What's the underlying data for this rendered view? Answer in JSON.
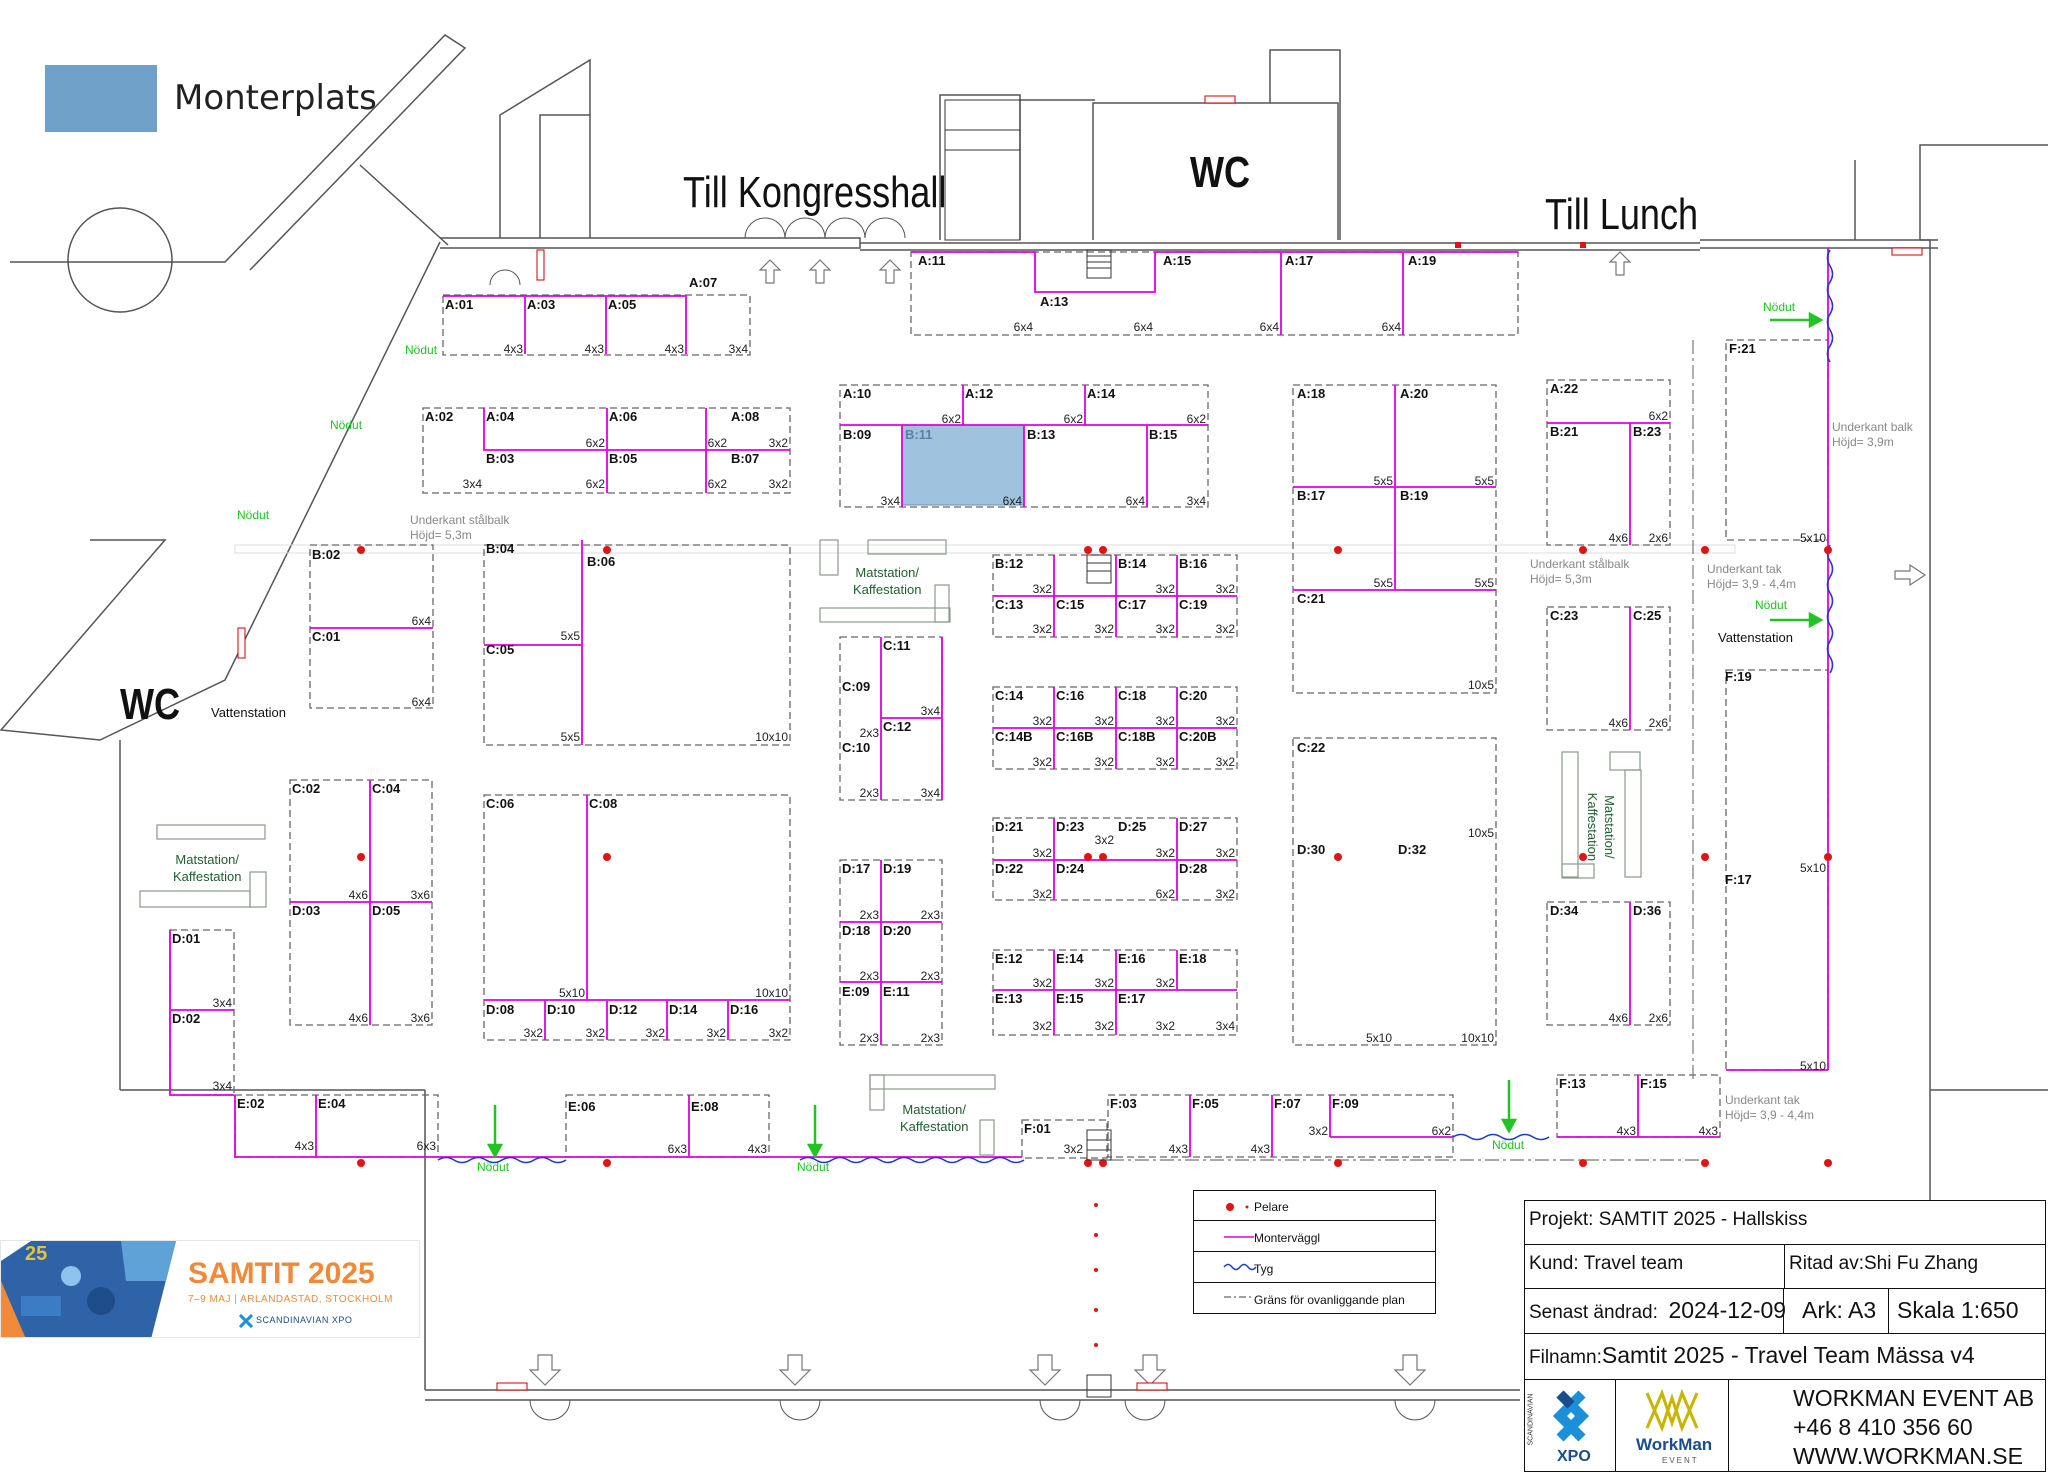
{
  "legend": {
    "label": "Monterplats",
    "color": "#6fa0c8"
  },
  "headings": {
    "kongress": "Till Kongresshall",
    "lunch": "Till Lunch",
    "wc_top": "WC",
    "wc_left": "WC"
  },
  "colors": {
    "wall": "#e000e0",
    "pillar": "#e01414",
    "fabric": "#1e3cc8",
    "exit": "#22c322",
    "booked": "#9fc3de"
  },
  "booths": [
    {
      "id": "A:01"
    },
    {
      "id": "A:03"
    },
    {
      "id": "A:05"
    },
    {
      "id": "A:07"
    },
    {
      "id": "A:02"
    },
    {
      "id": "A:04"
    },
    {
      "id": "A:06"
    },
    {
      "id": "A:08"
    },
    {
      "id": "B:03"
    },
    {
      "id": "B:05"
    },
    {
      "id": "B:07"
    },
    {
      "id": "A:10"
    },
    {
      "id": "A:12"
    },
    {
      "id": "A:14"
    },
    {
      "id": "B:09"
    },
    {
      "id": "B:11",
      "booked": true
    },
    {
      "id": "B:13"
    },
    {
      "id": "B:15"
    },
    {
      "id": "A:11"
    },
    {
      "id": "A:13"
    },
    {
      "id": "A:15"
    },
    {
      "id": "A:17"
    },
    {
      "id": "A:19"
    },
    {
      "id": "A:18"
    },
    {
      "id": "A:20"
    },
    {
      "id": "B:17"
    },
    {
      "id": "B:19"
    },
    {
      "id": "C:21"
    },
    {
      "id": "A:22"
    },
    {
      "id": "B:21"
    },
    {
      "id": "B:23"
    },
    {
      "id": "F:21"
    },
    {
      "id": "F:19"
    },
    {
      "id": "F:17"
    },
    {
      "id": "B:02"
    },
    {
      "id": "C:01"
    },
    {
      "id": "B:04"
    },
    {
      "id": "B:06"
    },
    {
      "id": "C:05"
    },
    {
      "id": "B:12"
    },
    {
      "id": "B:14"
    },
    {
      "id": "B:16"
    },
    {
      "id": "C:13"
    },
    {
      "id": "C:15"
    },
    {
      "id": "C:17"
    },
    {
      "id": "C:19"
    },
    {
      "id": "C:11"
    },
    {
      "id": "C:09"
    },
    {
      "id": "C:12"
    },
    {
      "id": "C:10"
    },
    {
      "id": "C:14"
    },
    {
      "id": "C:16"
    },
    {
      "id": "C:18"
    },
    {
      "id": "C:20"
    },
    {
      "id": "C:14B"
    },
    {
      "id": "C:16B"
    },
    {
      "id": "C:18B"
    },
    {
      "id": "C:20B"
    },
    {
      "id": "C:23"
    },
    {
      "id": "C:25"
    },
    {
      "id": "C:22"
    },
    {
      "id": "D:30"
    },
    {
      "id": "D:32"
    },
    {
      "id": "C:02"
    },
    {
      "id": "C:04"
    },
    {
      "id": "D:03"
    },
    {
      "id": "D:05"
    },
    {
      "id": "C:06"
    },
    {
      "id": "C:08"
    },
    {
      "id": "D:08"
    },
    {
      "id": "D:10"
    },
    {
      "id": "D:12"
    },
    {
      "id": "D:14"
    },
    {
      "id": "D:16"
    },
    {
      "id": "D:17"
    },
    {
      "id": "D:19"
    },
    {
      "id": "D:18"
    },
    {
      "id": "D:20"
    },
    {
      "id": "E:09"
    },
    {
      "id": "E:11"
    },
    {
      "id": "D:21"
    },
    {
      "id": "D:23"
    },
    {
      "id": "D:25"
    },
    {
      "id": "D:27"
    },
    {
      "id": "D:22"
    },
    {
      "id": "D:24"
    },
    {
      "id": "D:28"
    },
    {
      "id": "E:12"
    },
    {
      "id": "E:14"
    },
    {
      "id": "E:16"
    },
    {
      "id": "E:18"
    },
    {
      "id": "E:13"
    },
    {
      "id": "E:15"
    },
    {
      "id": "E:17"
    },
    {
      "id": "D:34"
    },
    {
      "id": "D:36"
    },
    {
      "id": "D:01"
    },
    {
      "id": "D:02"
    },
    {
      "id": "E:02"
    },
    {
      "id": "E:04"
    },
    {
      "id": "E:06"
    },
    {
      "id": "E:08"
    },
    {
      "id": "F:01"
    },
    {
      "id": "F:03"
    },
    {
      "id": "F:05"
    },
    {
      "id": "F:07"
    },
    {
      "id": "F:09"
    },
    {
      "id": "F:13"
    },
    {
      "id": "F:15"
    }
  ],
  "sizes": [
    "4x3",
    "4x3",
    "4x3",
    "3x4",
    "3x4",
    "6x2",
    "3x2",
    "6x2",
    "6x2",
    "3x2",
    "6x2",
    "6x2",
    "6x2",
    "3x4",
    "6x4",
    "6x4",
    "3x4",
    "6x4",
    "6x2",
    "6x4",
    "6x4",
    "6x4",
    "5x5",
    "5x5",
    "5x5",
    "5x5",
    "10x5",
    "6x2",
    "4x6",
    "2x6",
    "5x10",
    "5x10",
    "5x10",
    "6x4",
    "6x4",
    "5x5",
    "5x5",
    "10x10",
    "3x2",
    "3x2",
    "3x2",
    "3x2",
    "3x2",
    "3x2",
    "3x2",
    "3x4",
    "2x3",
    "2x3",
    "3x4",
    "3x2",
    "3x2",
    "3x2",
    "3x2",
    "3x2",
    "3x2",
    "3x2",
    "3x2",
    "4x6",
    "2x6",
    "10x5",
    "5x10",
    "10x10",
    "4x6",
    "3x6",
    "4x6",
    "3x6",
    "5x10",
    "10x10",
    "3x2",
    "3x2",
    "3x2",
    "3x2",
    "3x2",
    "2x3",
    "2x3",
    "2x3",
    "2x3",
    "2x3",
    "2x3",
    "3x2",
    "3x2",
    "3x2",
    "3x2",
    "3x2",
    "6x2",
    "3x2",
    "3x2",
    "3x2",
    "3x2",
    "3x2",
    "3x2",
    "3x2",
    "3x4",
    "4x6",
    "2x6",
    "3x4",
    "3x4",
    "4x3",
    "6x3",
    "6x3",
    "4x3",
    "3x2",
    "4x3",
    "4x3",
    "3x2",
    "6x2",
    "4x3",
    "4x3"
  ],
  "notes": {
    "stalbalk_left": "Underkant stålbalk",
    "stalbalk_left_h": "Höjd= 5,3m",
    "stalbalk_right": "Underkant stålbalk",
    "stalbalk_right_h": "Höjd= 5,3m",
    "balk": "Underkant balk",
    "balk_h": "Höjd= 3,9m",
    "tak1": "Underkant tak",
    "tak1_h": "Höjd= 3,9 - 4,4m",
    "tak2": "Underkant tak",
    "tak2_h": "Höjd= 3,9 - 4,4m"
  },
  "exit_label": "Nödut",
  "water_label": "Vattenstation",
  "station_l1": "Matstation/",
  "station_l2": "Kaffestation",
  "symbols": {
    "pelare": "Pelare",
    "monter": "Monterväggl",
    "tyg": "Tyg",
    "grans": "Gräns för ovanliggande plan"
  },
  "title_block": {
    "projekt": "Projekt: SAMTIT 2025 - Hallskiss",
    "kund_k": "Kund:",
    "kund_v": "Travel team",
    "ritad_k": "Ritad av:",
    "ritad_v": "Shi Fu Zhang",
    "andrad_k": "Senast ändrad:",
    "andrad_v": "2024-12-09",
    "ark": "Ark: A3",
    "skala": "Skala 1:650",
    "filnamn_k": "Filnamn:",
    "filnamn_v": "Samtit 2025 - Travel Team Mässa v4",
    "company": "WORKMAN EVENT AB",
    "phone": "+46 8 410 356 60",
    "web": "WWW.WORKMAN.SE",
    "xpo": "XPO",
    "xpo_small": "SCANDINAVIAN",
    "workman": "WorkMan",
    "event": "EVENT"
  },
  "logo": {
    "title": "SAMTIT 2025",
    "subtitle": "7–9 MAJ  |  ARLANDASTAD, STOCKHOLM",
    "brand": "SCANDINAVIAN XPO",
    "badge": "25"
  }
}
